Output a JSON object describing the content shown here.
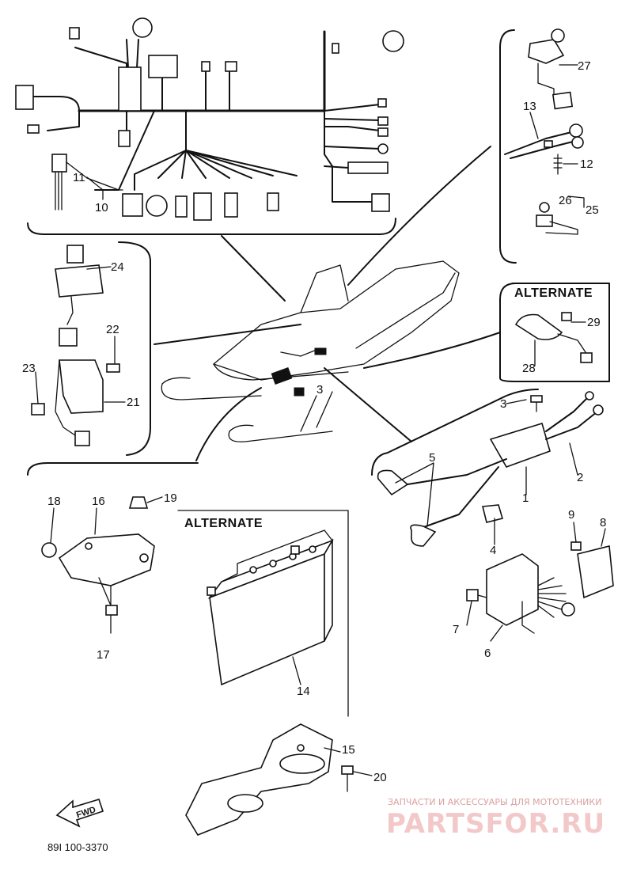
{
  "labels": {
    "alternate_top": "ALTERNATE",
    "alternate_battery": "ALTERNATE",
    "drawing_code": "89I 100-3370",
    "fwd_arrow": "FWD"
  },
  "parts": {
    "p1": "1",
    "p2": "2",
    "p3a": "3",
    "p3b": "3",
    "p4": "4",
    "p5": "5",
    "p6": "6",
    "p7": "7",
    "p8": "8",
    "p9": "9",
    "p10": "10",
    "p11": "11",
    "p12": "12",
    "p13": "13",
    "p14": "14",
    "p15": "15",
    "p16": "16",
    "p17": "17",
    "p18": "18",
    "p19": "19",
    "p20": "20",
    "p21": "21",
    "p22": "22",
    "p23": "23",
    "p24": "24",
    "p25": "25",
    "p26": "26",
    "p27": "27",
    "p28": "28",
    "p29": "29"
  },
  "watermark": {
    "tagline": "ЗАПЧАСТИ И АКСЕССУАРЫ ДЛЯ МОТОТЕХНИКИ",
    "brand": "PARTSFOR.RU"
  }
}
